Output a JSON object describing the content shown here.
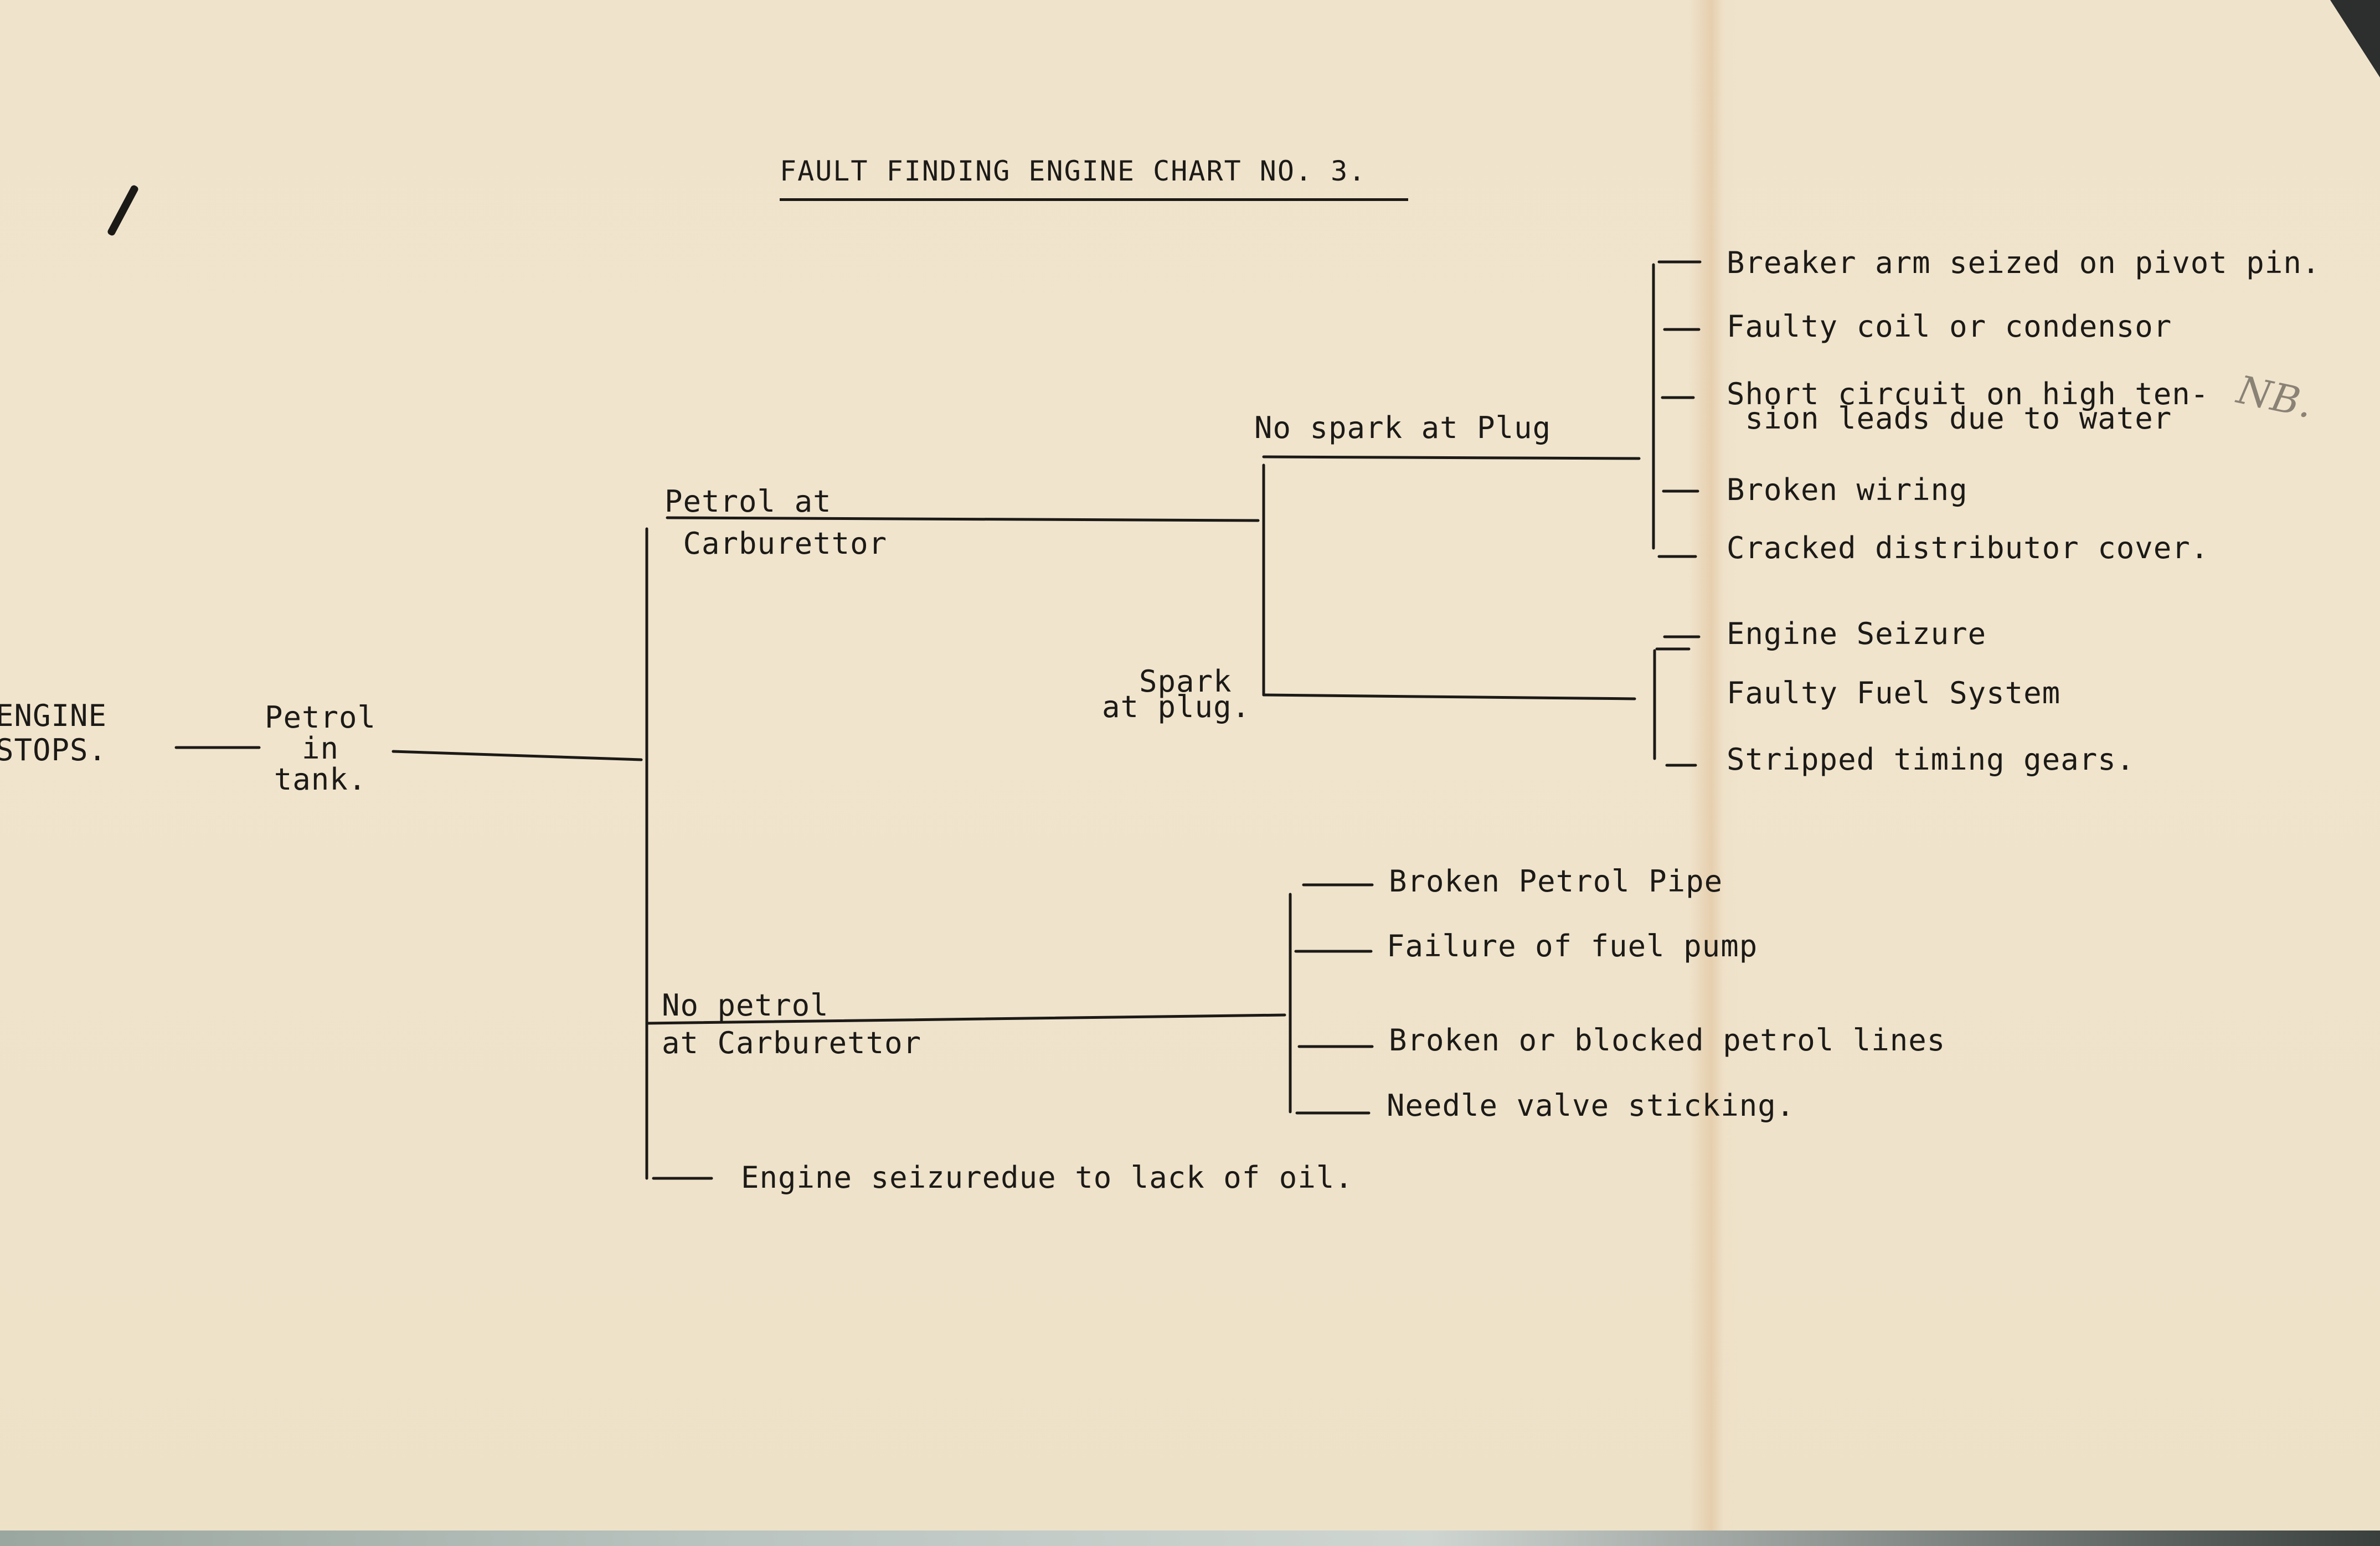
{
  "title": "FAULT FINDING ENGINE CHART NO. 3.",
  "page_mark": "1",
  "nodes": {
    "root": "ENGINE\nSTOPS.",
    "petrol_in_tank": "Petrol\nin\ntank.",
    "petrol_at_carb": "Petrol at\n Carburettor",
    "no_spark": "No spark at Plug",
    "spark_at_plug": "  Spark\nat plug.",
    "no_petrol_at_carb": "No petrol\nat Carburettor"
  },
  "causes": {
    "no_spark": [
      "Breaker arm seized on pivot pin.",
      "Faulty coil or condensor",
      "Short circuit on high ten-\n sion leads due to water",
      "Broken wiring",
      "Cracked distributor cover."
    ],
    "spark_at_plug": [
      "Engine Seizure",
      "Faulty Fuel System",
      "Stripped timing gears."
    ],
    "no_petrol_at_carb": [
      "Broken Petrol Pipe",
      "Failure of fuel pump",
      "Broken or blocked petrol lines",
      "Needle valve sticking."
    ],
    "lack_of_oil": "Engine seizuredue to lack of oil."
  },
  "margin_note": "NB."
}
